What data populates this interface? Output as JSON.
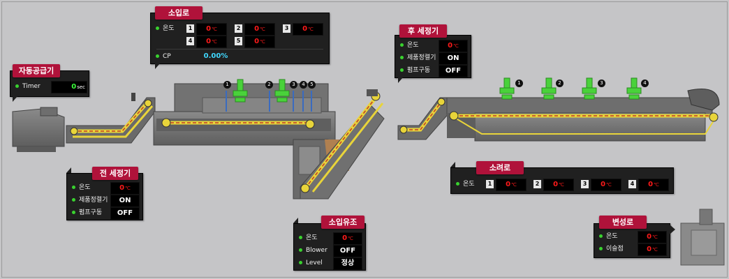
{
  "furnace_entry": {
    "title": "소입로",
    "temp_label": "온도",
    "zones": [
      {
        "no": "1",
        "value": "0"
      },
      {
        "no": "2",
        "value": "0"
      },
      {
        "no": "3",
        "value": "0"
      },
      {
        "no": "4",
        "value": "0"
      },
      {
        "no": "5",
        "value": "0"
      }
    ],
    "cp_label": "CP",
    "cp_value": "0.00%"
  },
  "auto_feeder": {
    "title": "자동공급기",
    "timer_label": "Timer",
    "timer_value": "0",
    "timer_unit": "sec"
  },
  "pre_washer": {
    "title": "전 세정기",
    "temp_label": "온도",
    "temp_value": "0",
    "product_label": "제품정렬기",
    "product_value": "ON",
    "pump_label": "펌프구동",
    "pump_value": "OFF"
  },
  "post_washer": {
    "title": "후 세정기",
    "temp_label": "온도",
    "temp_value": "0",
    "product_label": "제품정렬기",
    "product_value": "ON",
    "pump_label": "펌프구동",
    "pump_value": "OFF"
  },
  "tempering_furnace": {
    "title": "소려로",
    "temp_label": "온도",
    "zones": [
      {
        "no": "1",
        "value": "0"
      },
      {
        "no": "2",
        "value": "0"
      },
      {
        "no": "3",
        "value": "0"
      },
      {
        "no": "4",
        "value": "0"
      }
    ]
  },
  "quench_tank": {
    "title": "소입유조",
    "temp_label": "온도",
    "temp_value": "0",
    "blower_label": "Blower",
    "blower_value": "OFF",
    "level_label": "Level",
    "level_value": "정상"
  },
  "transformer_furnace": {
    "title": "변성로",
    "temp_label": "온도",
    "temp_value": "0",
    "dew_label": "이슬점",
    "dew_value": "0"
  },
  "units": {
    "celsius": "℃"
  },
  "markers": {
    "furnace_entry": [
      "1",
      "2",
      "3",
      "4",
      "5"
    ],
    "tempering": [
      "1",
      "2",
      "3",
      "4"
    ]
  },
  "colors": {
    "panel": "#202020",
    "title": "#b0123a",
    "status_dot": "#39d22f",
    "alarm_value": "#ff1a1a",
    "cp_value": "#40d8ff",
    "conveyor": "#e8d43a",
    "conveyor_dash": "#c0392b",
    "machine": "#7a7a7a",
    "nozzle": "#49d23a"
  }
}
